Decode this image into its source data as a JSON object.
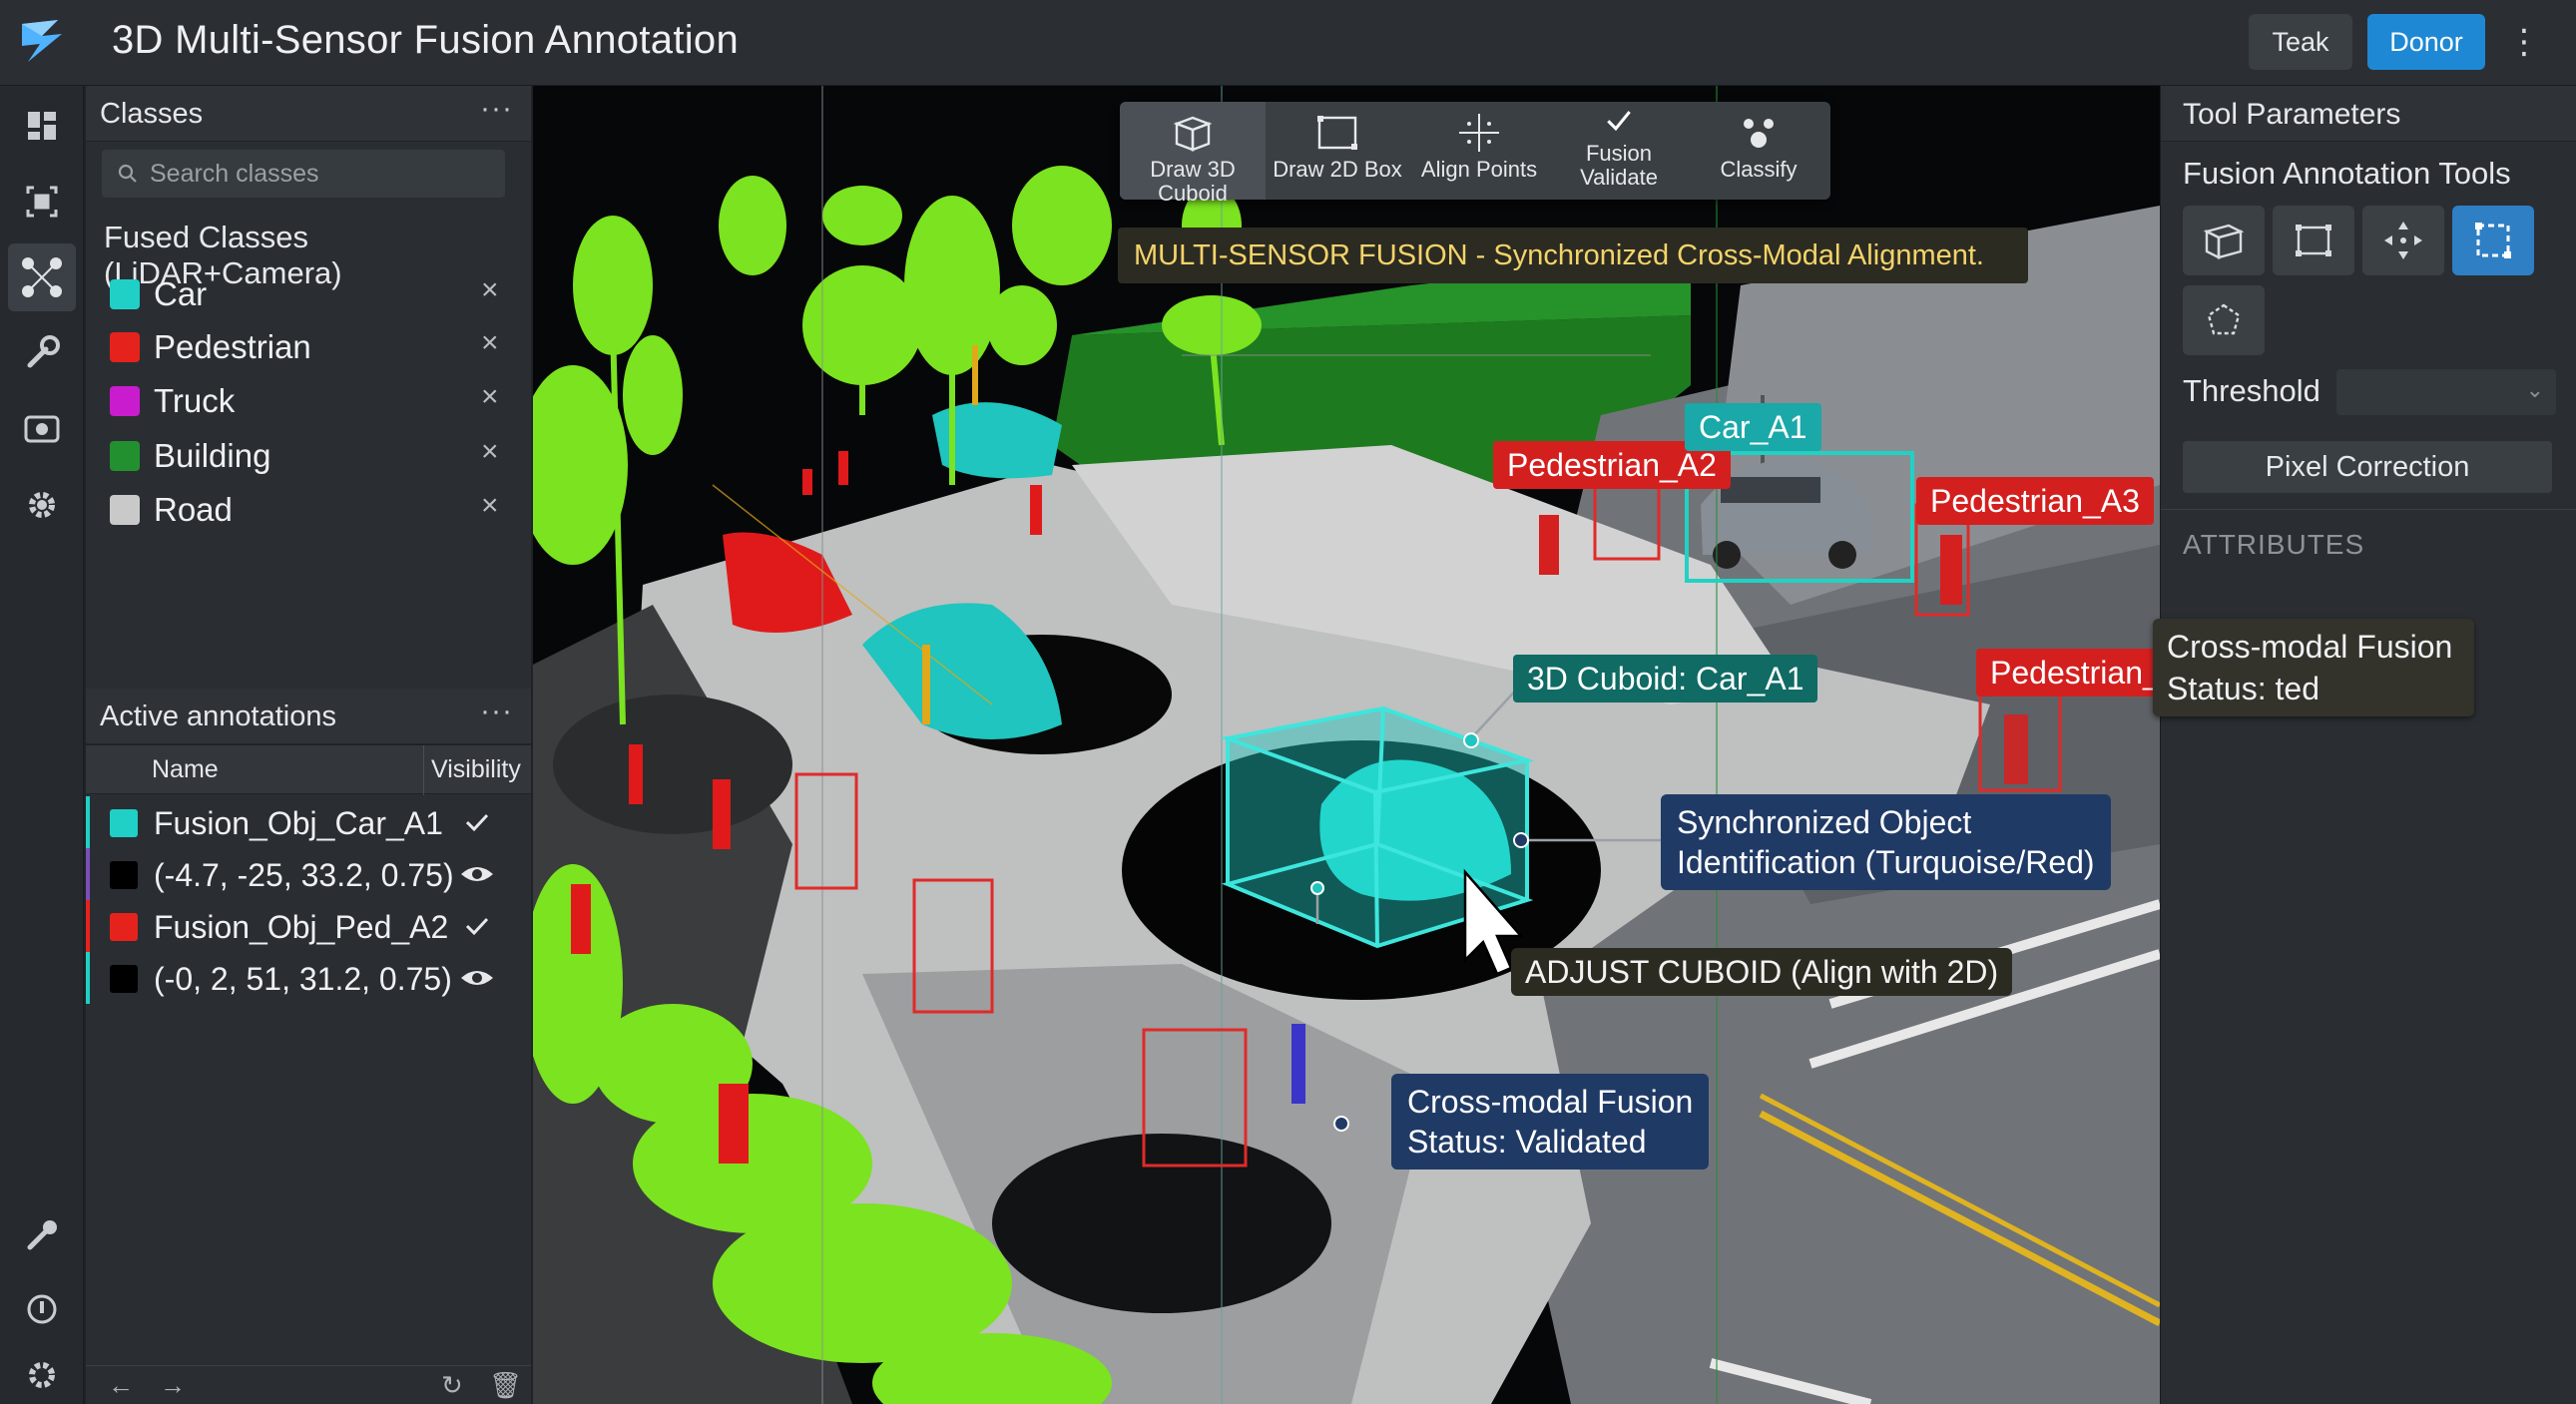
{
  "app": {
    "title": "3D Multi-Sensor Fusion Annotation",
    "buttons": {
      "teak": "Teak",
      "donor": "Donor"
    },
    "more": "⋮"
  },
  "classes_panel": {
    "title": "Classes",
    "menu": "···",
    "search_placeholder": "Search classes",
    "group_title": "Fused Classes (LiDAR+Camera)",
    "remove_glyph": "×",
    "items": [
      {
        "name": "Car",
        "color": "#20cfc6"
      },
      {
        "name": "Pedestrian",
        "color": "#e5231c"
      },
      {
        "name": "Truck",
        "color": "#c91ccf"
      },
      {
        "name": "Building",
        "color": "#23902f"
      },
      {
        "name": "Road",
        "color": "#c9c9c9"
      }
    ]
  },
  "annotations_panel": {
    "title": "Active annotations",
    "menu": "···",
    "columns": {
      "name": "Name",
      "visibility": "Visibility"
    },
    "rows": [
      {
        "name": "Fusion_Obj_Car_A1",
        "swatch": "#20cfc6",
        "bar": "#20cfc6",
        "status": "check"
      },
      {
        "name": "(-4.7, -25, 33.2, 0.75)",
        "swatch": "#000000",
        "bar": "#7b4fb8",
        "status": "eye"
      },
      {
        "name": "Fusion_Obj_Ped_A2",
        "swatch": "#e5231c",
        "bar": "#e5231c",
        "status": "check"
      },
      {
        "name": "(-0, 2, 51, 31.2, 0.75)",
        "swatch": "#000000",
        "bar": "#20cfc6",
        "status": "eye"
      }
    ],
    "footer": {
      "back": "←",
      "forward": "→",
      "refresh": "↻",
      "trash": "🗑"
    }
  },
  "viewport": {
    "toolbar": [
      {
        "label": "Draw 3D Cuboid",
        "icon": "cube-icon"
      },
      {
        "label": "Draw 2D Box",
        "icon": "rectangle-icon"
      },
      {
        "label": "Align Points",
        "icon": "crosshair-icon"
      },
      {
        "label": "Fusion\nValidate",
        "line1": "Fusion",
        "line2": "Validate",
        "icon": "checkmark-icon"
      },
      {
        "label": "Classify",
        "icon": "cluster-icon"
      }
    ],
    "banner": "MULTI-SENSOR FUSION - Synchronized Cross-Modal Alignment.",
    "labels": {
      "ped_a2": "Pedestrian_A2",
      "car_a1": "Car_A1",
      "ped_a3": "Pedestrian_A3",
      "ped_partial": "Pedestrian_",
      "cuboid": "3D Cuboid: Car_A1",
      "sync_line1": "Synchronized Object",
      "sync_line2": "Identification (Turquoise/Red)",
      "adjust": "ADJUST CUBOID (Align with 2D)",
      "cm_line1": "Cross-modal Fusion",
      "cm_line2": "Status: Validated"
    },
    "colors": {
      "cyan": "#20d2c8",
      "red": "#e5231c",
      "lidar_green": "#7de020",
      "building_green": "#1f8a1f",
      "road_gray": "#bdbdbd"
    }
  },
  "tool_panel": {
    "title": "Tool Parameters",
    "section": "Fusion Annotation Tools",
    "threshold_label": "Threshold",
    "pixel_button": "Pixel Correction",
    "attributes_label": "ATTRIBUTES",
    "status_line1": "Cross-modal Fusion",
    "status_line2": "Status: ted"
  }
}
